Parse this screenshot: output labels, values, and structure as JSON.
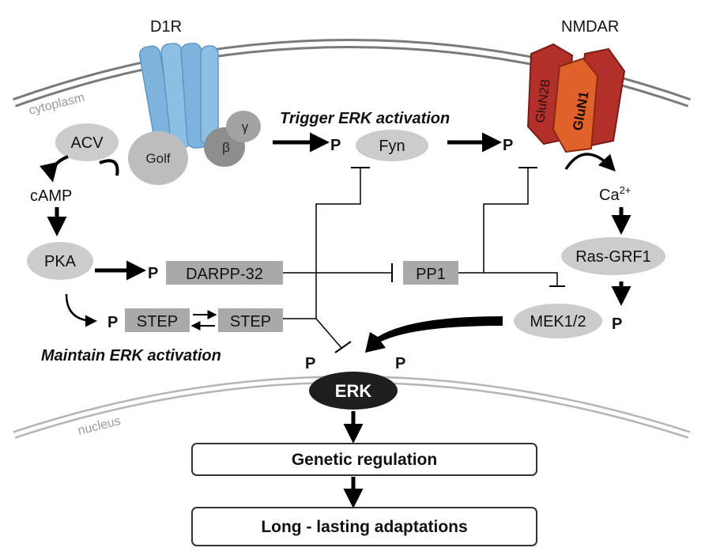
{
  "receptors": {
    "d1r": "D1R",
    "nmdar": "NMDAR",
    "glun2b": "GluN2B",
    "glun1": "GluN1"
  },
  "compartments": {
    "cytoplasm": "cytoplasm",
    "nucleus": "nucleus"
  },
  "g_protein": {
    "golf": "Golf",
    "beta": "β",
    "gamma": "γ"
  },
  "nodes": {
    "acv": "ACV",
    "camp": "cAMP",
    "pka": "PKA",
    "fyn": "Fyn",
    "darpp32": "DARPP-32",
    "pp1": "PP1",
    "step_p": "STEP",
    "step": "STEP",
    "ca_base": "Ca",
    "ca_sup": "2+",
    "rasgrf1": "Ras-GRF1",
    "mek": "MEK1/2",
    "erk": "ERK"
  },
  "phospho_label": "P",
  "captions": {
    "trigger": "Trigger ERK activation",
    "maintain": "Maintain ERK activation"
  },
  "outputs": {
    "genetic": "Genetic regulation",
    "long_lasting": "Long - lasting adaptations"
  },
  "colors": {
    "d1r": "#7db3dc",
    "nmdar_dark": "#b3302a",
    "nmdar_orange": "#e0622b",
    "node_fill": "#cccccc",
    "box_fill": "#a9a9a9",
    "erk_fill": "#1e1e1e"
  }
}
